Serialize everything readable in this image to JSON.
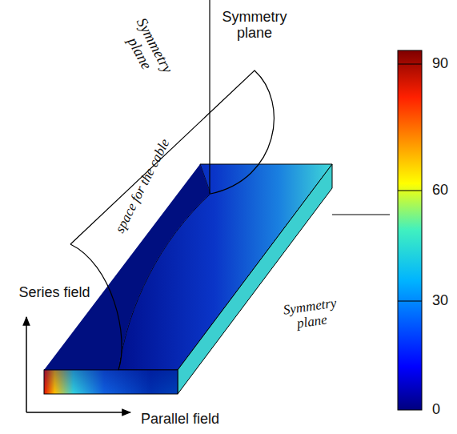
{
  "diagram": {
    "labels": [
      "Symmetry plane",
      "Symmetry plane",
      "space for the cable",
      "Series field",
      "Parallel field",
      "Symmetry plane",
      "90",
      "60",
      "30",
      "0"
    ]
  }
}
